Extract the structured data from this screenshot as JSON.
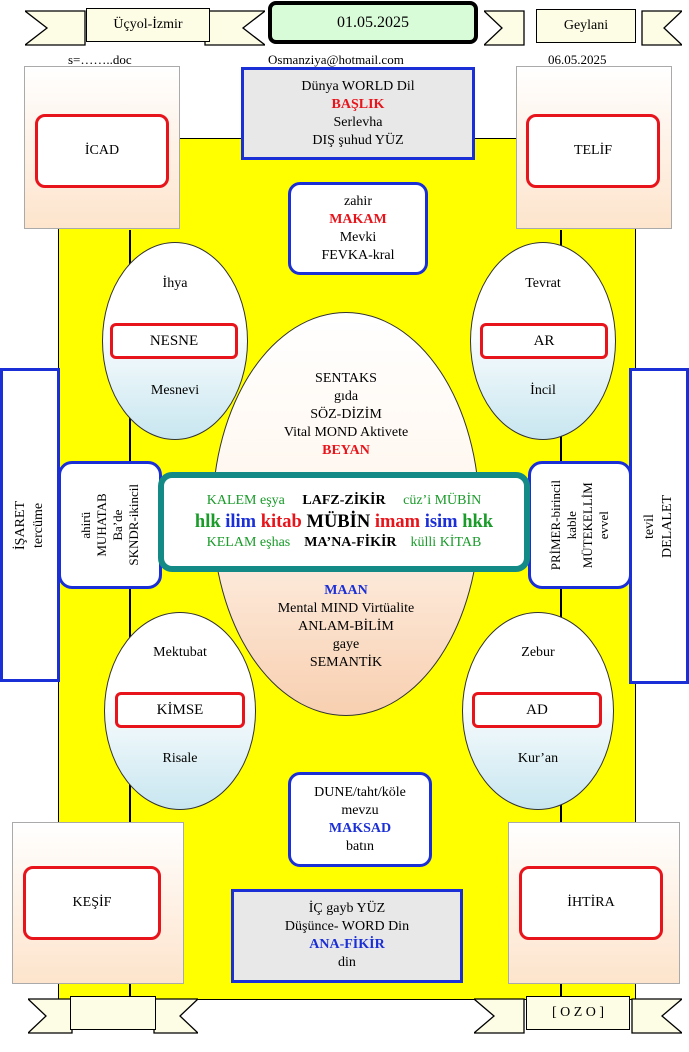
{
  "header": {
    "left_ribbon": "Üçyol-İzmir",
    "date_box": "01.05.2025",
    "right_ribbon": "Geylani",
    "file": "s=……..doc",
    "email": "Osmanziya@hotmail.com",
    "date2": "06.05.2025"
  },
  "corners": {
    "top_left": "İCAD",
    "top_right": "TELİF",
    "bottom_left": "KEŞİF",
    "bottom_right": "İHTİRA"
  },
  "top_box": {
    "l1": "Dünya WORLD Dil",
    "l2": "BAŞLIK",
    "l3": "Serlevha",
    "l4": "DIŞ şuhud YÜZ"
  },
  "makam_box": {
    "l1": "zahir",
    "l2": "MAKAM",
    "l3": "Mevki",
    "l4": "FEVKA-kral"
  },
  "ellipse_tl": {
    "top": "İhya",
    "label": "NESNE",
    "bottom": "Mesnevi"
  },
  "ellipse_tr": {
    "top": "Tevrat",
    "label": "AR",
    "bottom": "İncil"
  },
  "ellipse_bl": {
    "top": "Mektubat",
    "label": "KİMSE",
    "bottom": "Risale"
  },
  "ellipse_br": {
    "top": "Zebur",
    "label": "AD",
    "bottom": "Kur’an"
  },
  "big_top": {
    "l1": "SENTAKS",
    "l2": "gıda",
    "l3": "SÖZ-DİZİM",
    "l4": "Vital MOND Aktivete",
    "l5": "BEYAN"
  },
  "big_bottom": {
    "l1": "MAAN",
    "l2": "Mental MIND Virtüalite",
    "l3": "ANLAM-BİLİM",
    "l4": "gaye",
    "l5": "SEMANTİK"
  },
  "center": {
    "r1a": "KALEM eşya",
    "r1b": "LAFZ-ZİKİR",
    "r1c": "cüz’i MÜBİN",
    "r2a": "hlk",
    "r2b": "ilim",
    "r2c": "kitab",
    "r2d": "MÜBİN",
    "r2e": "imam",
    "r2f": "isim",
    "r2g": "hkk",
    "r3a": "KELAM eşhas",
    "r3b": "MA’NA-FİKİR",
    "r3c": "külli KİTAB"
  },
  "left_outer": {
    "l1": "İŞARET",
    "l2": "tercüme"
  },
  "left_inner": {
    "l1": "ahirü",
    "l2": "MUHATAB",
    "l3": "Ba’de",
    "l4": "SKNDR-ikincil"
  },
  "right_inner": {
    "l1": "PRİMER-birincil",
    "l2": "kable",
    "l3": "MÜTEKELLİM",
    "l4": "evvel"
  },
  "right_outer": {
    "l1": "tevil",
    "l2": "DELALET"
  },
  "maksad_box": {
    "l1": "DUNE/taht/köle",
    "l2": "mevzu",
    "l3": "MAKSAD",
    "l4": "batın"
  },
  "bottom_box": {
    "l1": "İÇ gayb YÜZ",
    "l2": "Düşünce- WORD Din",
    "l3": "ANA-FİKİR",
    "l4": "din"
  },
  "footer": {
    "right_ribbon": "[ O Z O ]"
  },
  "colors": {
    "yellow": "#ffff00",
    "red": "#e8141b",
    "blue": "#1b2fd6",
    "teal": "#138a86",
    "green": "#1a9b2a"
  }
}
